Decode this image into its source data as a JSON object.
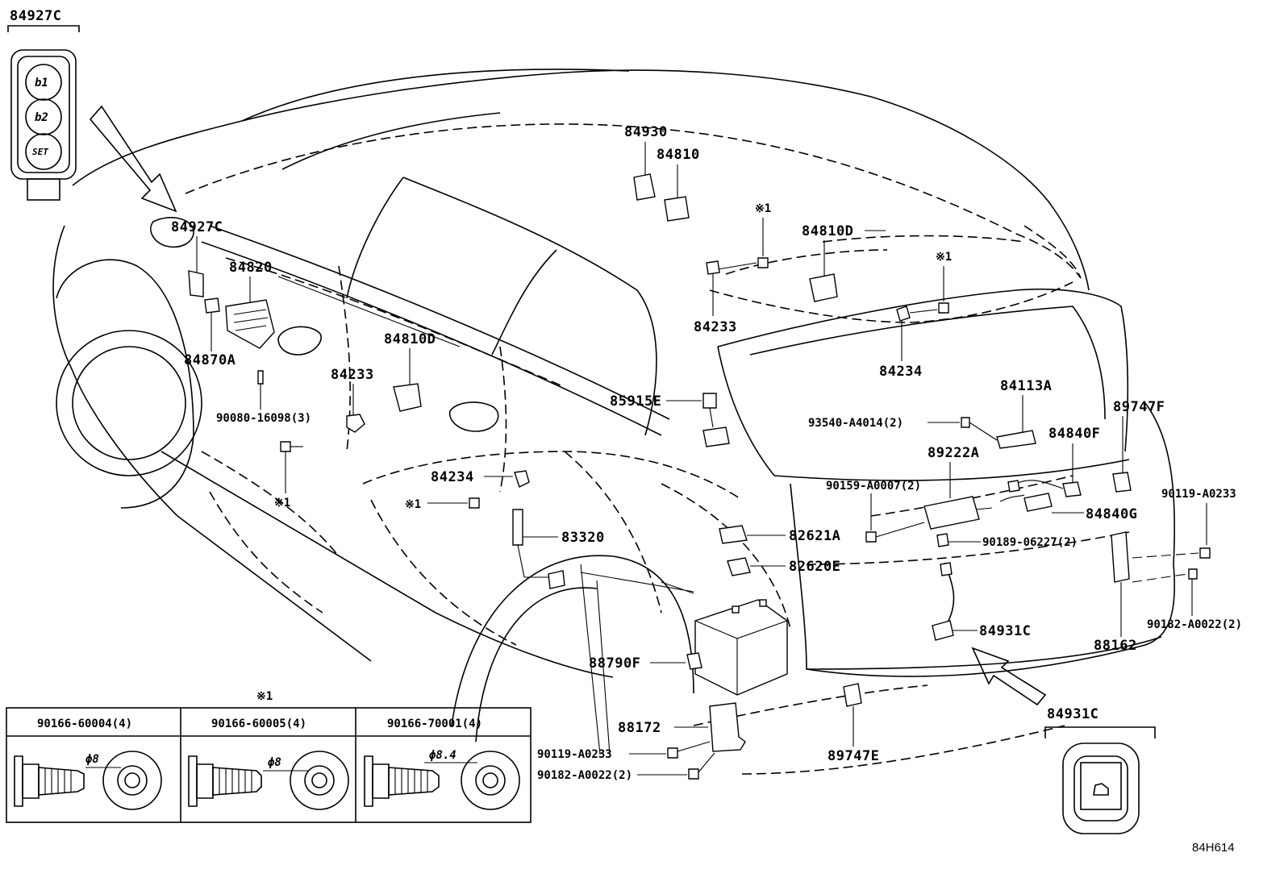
{
  "diagram": {
    "figure_code": "84H614",
    "legend_mark": "※1",
    "callouts": {
      "c84927C_box": "84927C",
      "c84927C": "84927C",
      "c84820": "84820",
      "c84870A": "84870A",
      "c90080": "90080-16098(3)",
      "c84233_left": "84233",
      "c84810D_mid": "84810D",
      "c84234_left": "84234",
      "c83320": "83320",
      "c84930": "84930",
      "c84810": "84810",
      "c84810D_right": "84810D",
      "c84233_right": "84233",
      "c84234_right": "84234",
      "c85915E": "85915E",
      "c84113A": "84113A",
      "c89747F": "89747F",
      "c93540": "93540-A4014(2)",
      "c84840F": "84840F",
      "c89222A": "89222A",
      "c90159": "90159-A0007(2)",
      "c84840G": "84840G",
      "c90119_right": "90119-A0233",
      "c82621A": "82621A",
      "c82620E": "82620E",
      "c90189": "90189-06227(2)",
      "c84931C": "84931C",
      "c88162": "88162",
      "c90182_right": "90182-A0022(2)",
      "c88790F": "88790F",
      "c88172": "88172",
      "c90119_low": "90119-A0233",
      "c90182_low": "90182-A0022(2)",
      "c89747E": "89747E",
      "c84931C_box": "84931C"
    },
    "switch_labels": [
      "b1",
      "b2",
      "SET"
    ],
    "bolt_table": {
      "heading": "※1",
      "columns": [
        {
          "part": "90166-60004(4)",
          "diameter": "ϕ8"
        },
        {
          "part": "90166-60005(4)",
          "diameter": "ϕ8"
        },
        {
          "part": "90166-70001(4)",
          "diameter": "ϕ8.4"
        }
      ]
    }
  }
}
